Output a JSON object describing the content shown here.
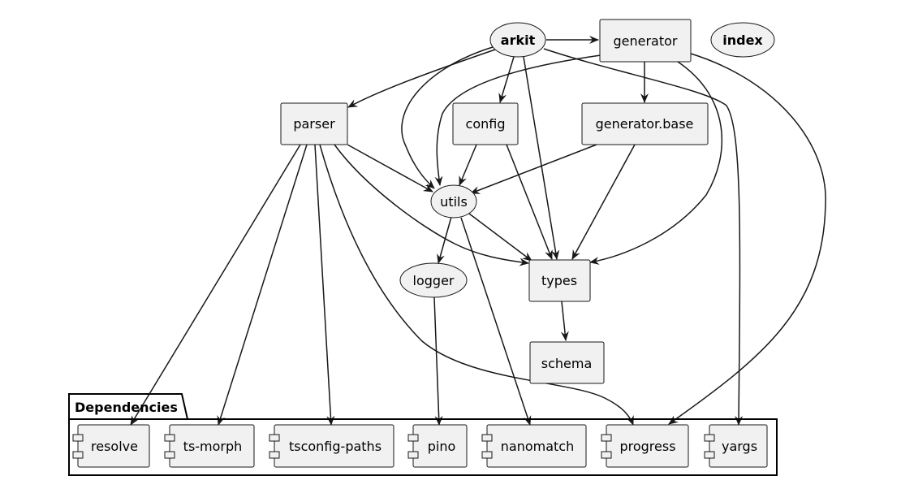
{
  "nodes": {
    "arkit": "arkit",
    "generator": "generator",
    "index": "index",
    "parser": "parser",
    "config": "config",
    "generator_base": "generator.base",
    "utils": "utils",
    "logger": "logger",
    "types": "types",
    "schema": "schema"
  },
  "package": {
    "title": "Dependencies",
    "components": [
      "resolve",
      "ts-morph",
      "tsconfig-paths",
      "pino",
      "nanomatch",
      "progress",
      "yargs"
    ]
  }
}
